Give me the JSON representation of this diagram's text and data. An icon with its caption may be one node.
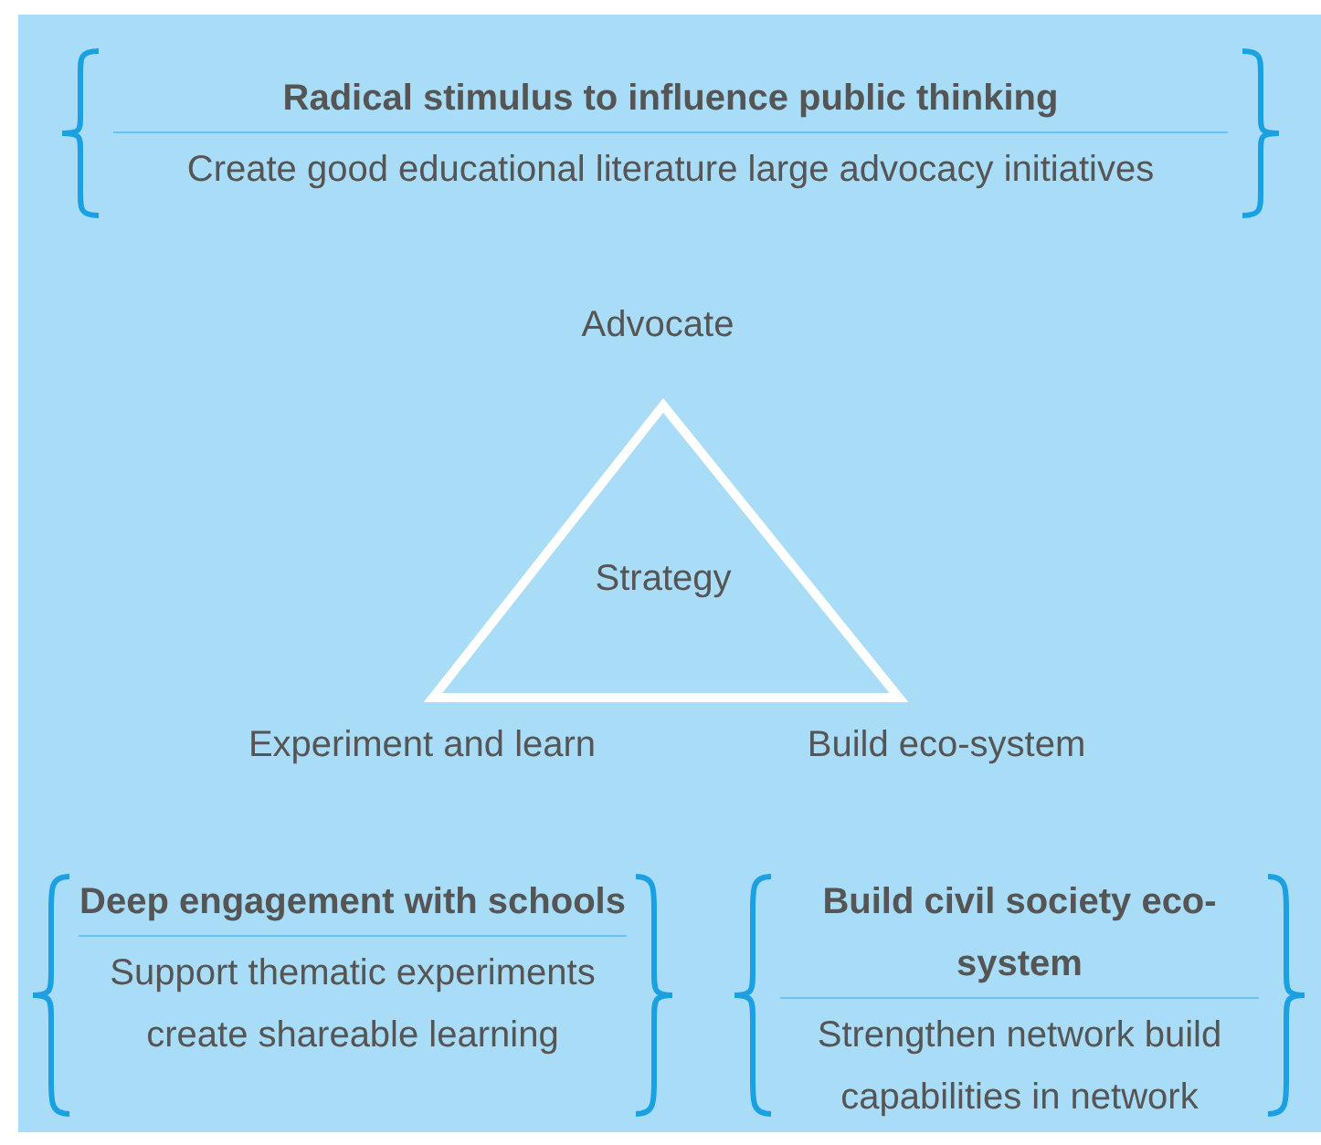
{
  "diagram": {
    "nodes": [
      {
        "text": [
          "Radical stimulus to influence public thinking",
          "Create good educational literature large advocacy initiatives"
        ]
      },
      {
        "text": [
          "Strategy"
        ]
      },
      {
        "text": [
          "Deep engagement with schools",
          "Support thematic experiments create shareable learning"
        ]
      },
      {
        "text": [
          "Build civil society eco-system",
          "Strengthen network build capabilities in network"
        ]
      }
    ],
    "edges": [],
    "labels": [
      "Advocate",
      "Experiment and learn",
      "Build eco-system"
    ]
  }
}
